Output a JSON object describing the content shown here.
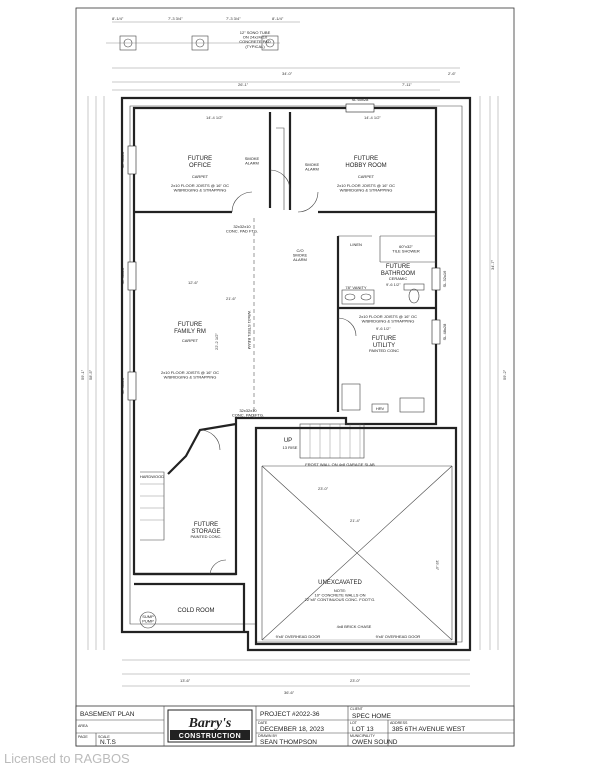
{
  "rooms": {
    "office": {
      "name": "FUTURE\nOFFICE",
      "floor": "CARPET",
      "dim": "14'-4 1/2\""
    },
    "hobby": {
      "name": "FUTURE\nHOBBY ROOM",
      "floor": "CARPET",
      "dim": "14'-4 1/2\""
    },
    "family": {
      "name": "FUTURE\nFAMILY RM",
      "floor": "CARPET"
    },
    "bathroom": {
      "name": "FUTURE\nBATHROOM",
      "floor": "CERAMIC",
      "dim": "9'-6 1/2\""
    },
    "utility": {
      "name": "FUTURE\nUTILITY",
      "floor": "PAINTED CONC",
      "dim": "9'-6 1/2\""
    },
    "storage": {
      "name": "FUTURE\nSTORAGE",
      "floor": "PAINTED CONC."
    },
    "cold": {
      "name": "COLD ROOM"
    },
    "unexcavated": {
      "name": "UNEXCAVATED",
      "note": "NOTE:\n10\" CONCRETE WALLS ON\n22\"x8\" CONTINUOUS CONC. FOOT'G."
    }
  },
  "labels": {
    "smoke_alarm": "SMOKE\nALARM",
    "co_alarm": "C/O\nSMOKE\nALARM",
    "floor_note": "2x10 FLOOR JOISTS @ 16\" OC\nW/BRIDGING & STRAPPING",
    "sono_tube": "12\" SONO TUBE\nON 24x24x10\nCONCRETE PAD\n(TYPICAL)",
    "steel_beam": "W8x31 STEEL BEAM",
    "vanity": "78\" VANITY",
    "shower": "60\"x32\"\nTILE SHOWER",
    "linen": "LINEN",
    "hrv": "HRV",
    "sump": "SUMP\nPUMP",
    "hardwood": "HARDWOOD",
    "up": "UP",
    "risers": "13 RISE",
    "pad1": "32x32x10\nCONC. PAD FTG.",
    "pad2": "32x32x10\nCONC. PAD FTG.",
    "overhead1": "9'x8' OVERHEAD DOOR",
    "overhead2": "9'x8' OVERHEAD DOOR",
    "brick": "4x8 BRICK CHASE",
    "frost": "FROST WALL ON 4x8 GARAGE SLAB",
    "window1": "SL 48x28",
    "window2": "SL 60x28",
    "window3": "SL 48x28",
    "window4": "SL 48x28",
    "window5": "SL 32x16",
    "window6": "SL 48x28"
  },
  "dims": {
    "top1": "8'-1/4\"",
    "top2": "7'-3 3/4\"",
    "top3": "7'-3 3/4\"",
    "top4": "8'-1/4\"",
    "overall_top": "34'-0\"",
    "sub_top_l": "26'-1\"",
    "sub_top_r": "7'-11\"",
    "right_ext": "2'-6\"",
    "left_ht": "59'-1\"",
    "left_ht2": "58'-5\"",
    "right_ht": "59'-2\"",
    "right_ht2": "34'-7\"",
    "garage_w": "23'-0\"",
    "bottom_total": "36'-6\"",
    "bottom_l": "13'-6\"",
    "bottom_r": "23'-0\"",
    "family_w": "12'-6\"",
    "family_w2": "21'-6\"",
    "family_h": "22'-2 1/2\"",
    "garage_inner": "21'-4\"",
    "garage_h": "19'-4\""
  },
  "title_block": {
    "sheet_title": "BASEMENT PLAN",
    "logo_top": "Barry's",
    "logo_bottom": "CONSTRUCTION",
    "project": "PROJECT #2022-36",
    "client_label": "CLIENT",
    "client": "SPEC HOME",
    "date_label": "DATE",
    "date": "DECEMBER 18, 2023",
    "lot_label": "LOT",
    "lot": "LOT 13",
    "address_label": "ADDRESS",
    "address": "385 6TH AVENUE WEST",
    "drawn_label": "DRAWN BY",
    "drawn": "SEAN THOMPSON",
    "municipality_label": "MUNICIPALITY",
    "municipality": "OWEN SOUND",
    "scale_label": "SCALE",
    "scale": "N.T.S",
    "page_label": "PAGE",
    "area_label": "AREA"
  },
  "watermark": "Licensed to RAGBOS"
}
